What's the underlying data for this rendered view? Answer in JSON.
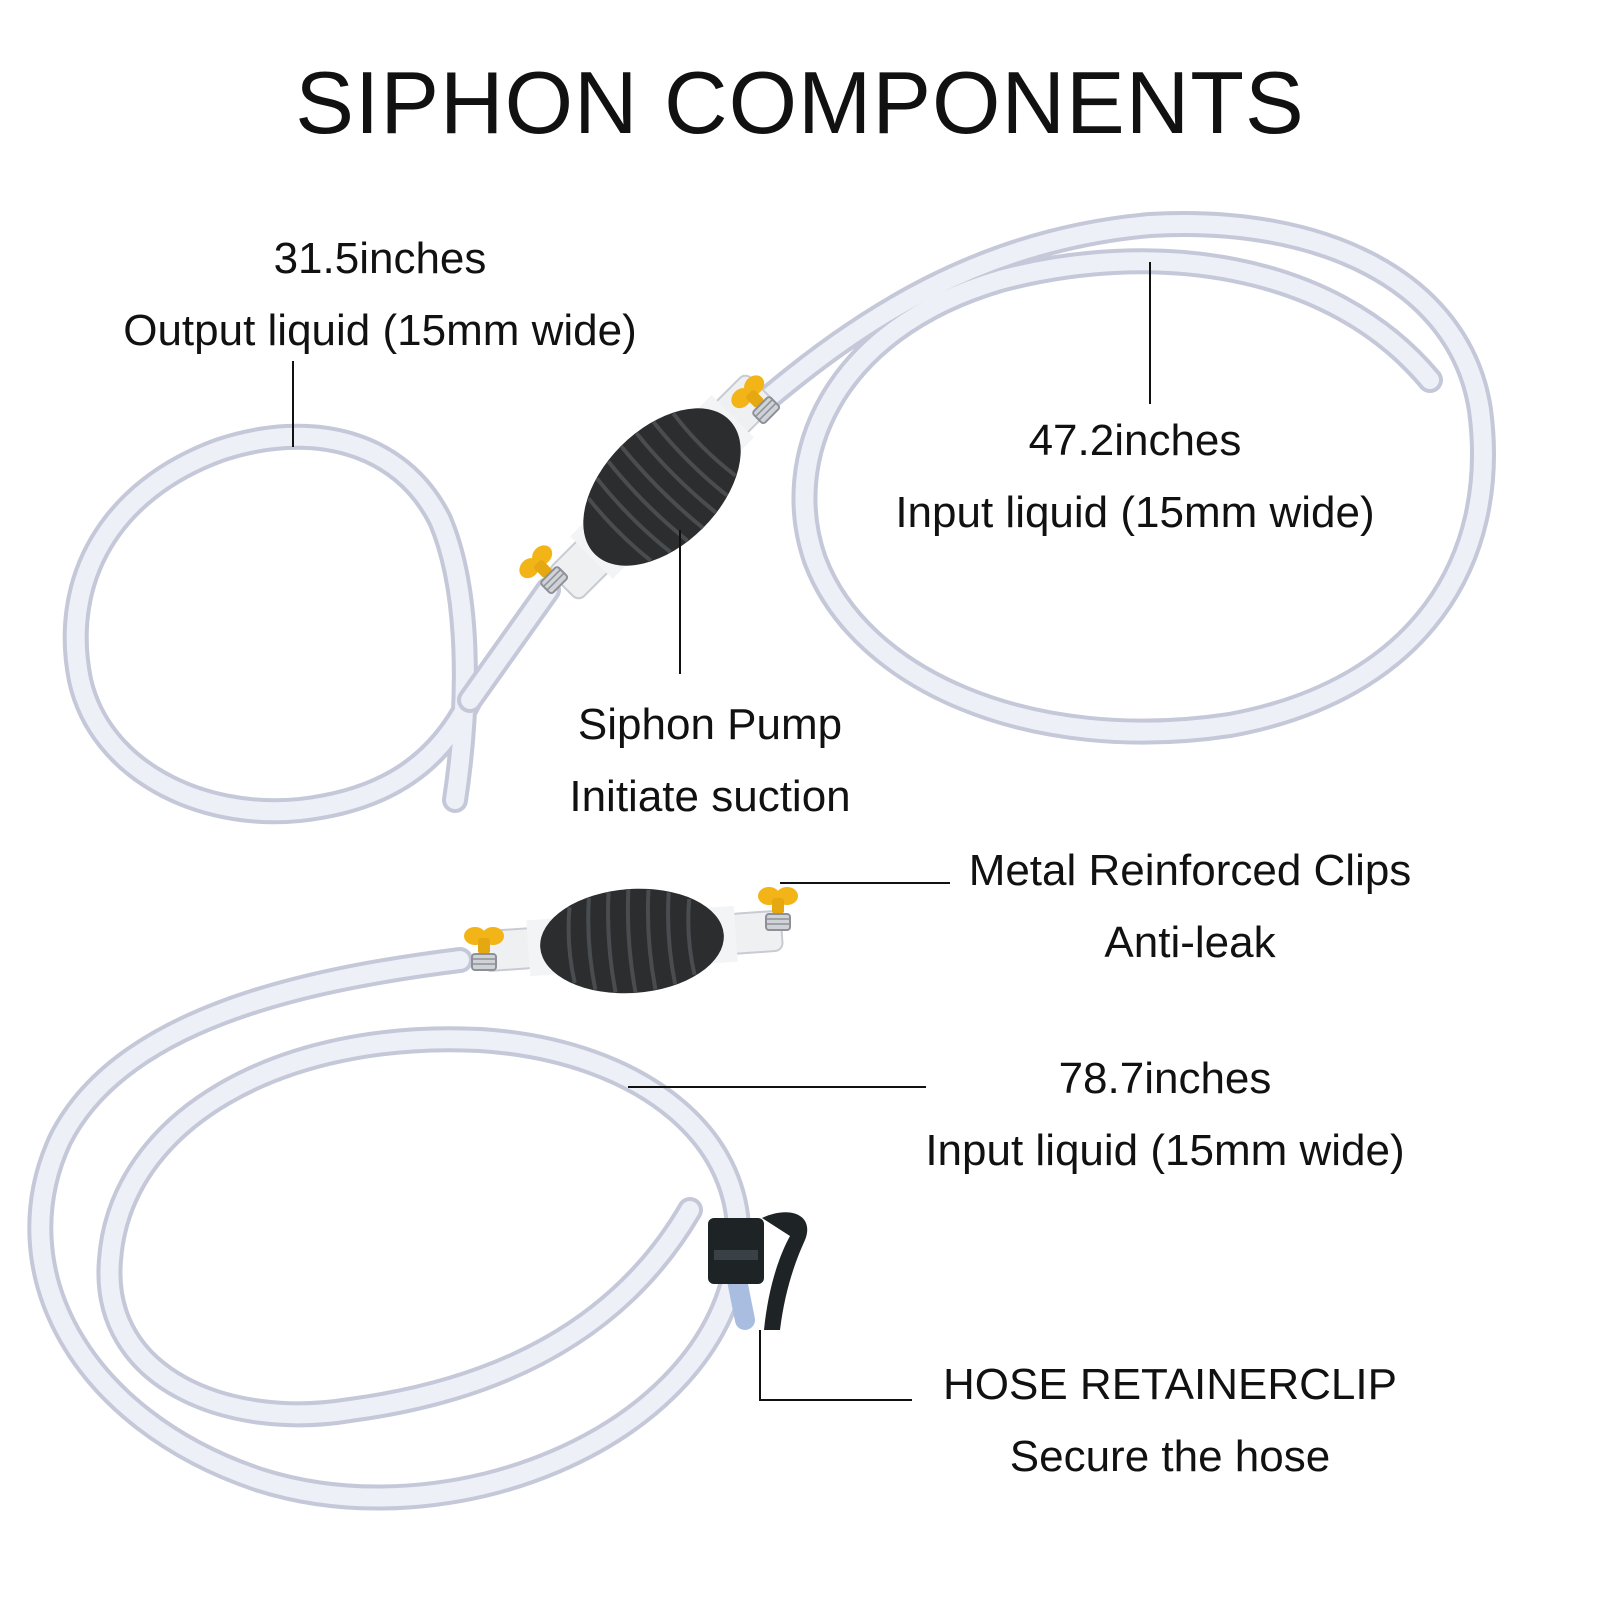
{
  "title": "SIPHON COMPONENTS",
  "labels": {
    "output_hose": {
      "length": "31.5inches",
      "desc": "Output liquid (15mm wide)"
    },
    "input_hose_upper": {
      "length": "47.2inches",
      "desc": "Input liquid (15mm wide)"
    },
    "pump": {
      "name": "Siphon Pump",
      "desc": "Initiate suction"
    },
    "clips": {
      "name": "Metal Reinforced Clips",
      "desc": "Anti-leak"
    },
    "input_hose_lower": {
      "length": "78.7inches",
      "desc": "Input liquid (15mm wide)"
    },
    "retainer_clip": {
      "name": "HOSE RETAINERCLIP",
      "desc": "Secure the hose"
    }
  },
  "colors": {
    "bulb": "#2b2d2f",
    "valve": "#f2b416",
    "hose": "#e6e8f2",
    "hose_edge": "#c4c8d8",
    "leader_line": "#111111"
  },
  "icons": [
    "siphon-bulb-icon",
    "butterfly-valve-icon",
    "hose-retainer-clip-icon"
  ]
}
